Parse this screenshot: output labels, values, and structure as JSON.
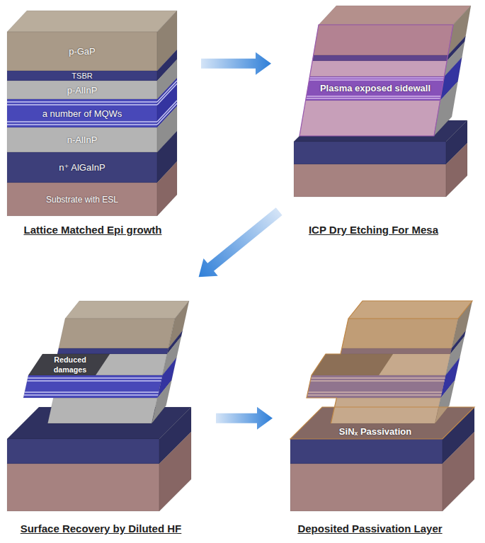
{
  "diagram": {
    "nodes": [
      {
        "text": [
          "Lattice Matched Epi growth"
        ]
      },
      {
        "text": [
          "p-GaP"
        ],
        "in": 0
      },
      {
        "text": [
          "TSBR"
        ],
        "in": 0
      },
      {
        "text": [
          "p-AlInP"
        ],
        "in": 0
      },
      {
        "text": [
          "a number of MQWs"
        ],
        "in": 0
      },
      {
        "text": [
          "n-AlInP"
        ],
        "in": 0
      },
      {
        "text": [
          "n⁺ AlGaInP"
        ],
        "in": 0
      },
      {
        "text": [
          "Substrate with ESL"
        ],
        "in": 0
      },
      {
        "text": [
          "ICP Dry Etching For Mesa"
        ]
      },
      {
        "text": [
          "Plasma exposed sidewall"
        ],
        "in": 8
      },
      {
        "text": [
          "Surface Recovery by Diluted HF"
        ]
      },
      {
        "text": [
          "Reduced damages"
        ],
        "in": 10
      },
      {
        "text": [
          "Deposited Passivation Layer"
        ]
      },
      {
        "text": [
          "SiNₓ Passivation"
        ],
        "in": 12
      }
    ],
    "edges": [
      {
        "from": 0,
        "to": 8,
        "arrow": "to"
      },
      {
        "from": 8,
        "to": 10,
        "arrow": "to"
      },
      {
        "from": 10,
        "to": 12,
        "arrow": "to"
      }
    ]
  }
}
